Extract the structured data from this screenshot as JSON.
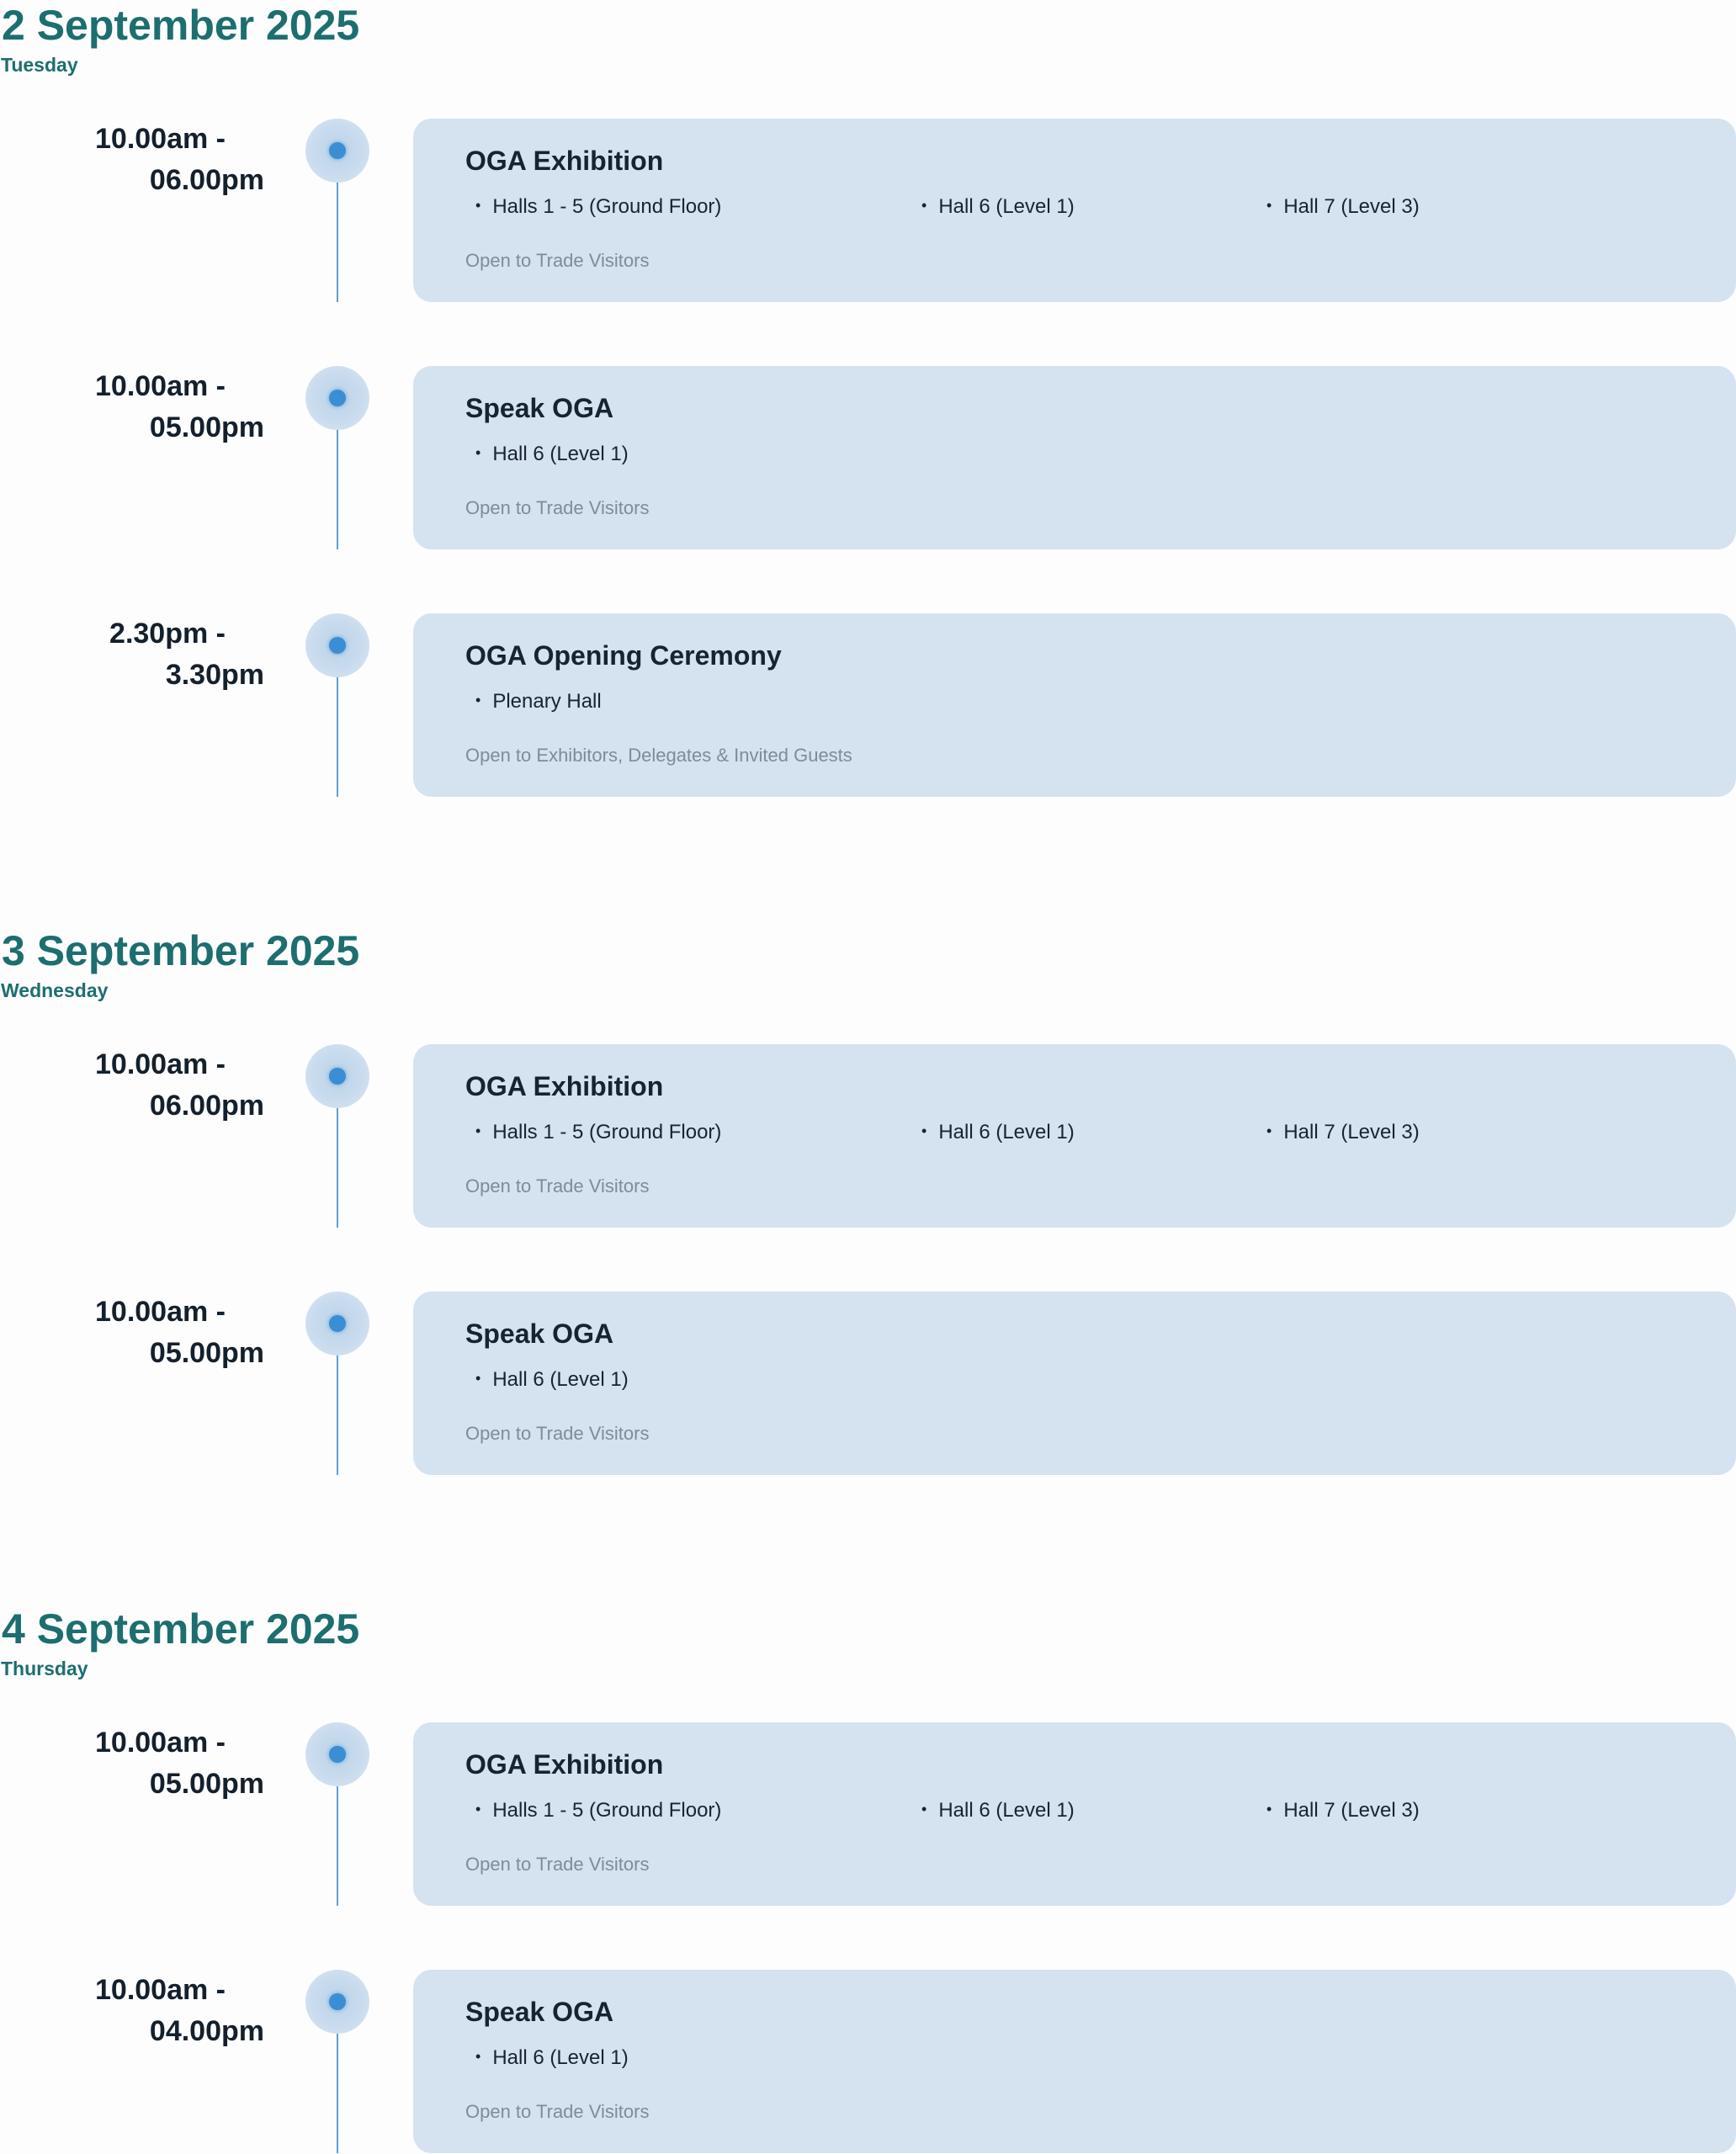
{
  "days": [
    {
      "title": "2 September 2025",
      "weekday": "Tuesday",
      "events": [
        {
          "time_start": "10.00am -",
          "time_end": "06.00pm",
          "title": "OGA Exhibition",
          "locations": [
            "Halls 1 - 5 (Ground Floor)",
            "Hall 6 (Level 1)",
            "Hall 7 (Level 3)"
          ],
          "access": "Open to Trade Visitors"
        },
        {
          "time_start": "10.00am -",
          "time_end": "05.00pm",
          "title": "Speak OGA",
          "locations": [
            "Hall 6 (Level 1)"
          ],
          "access": "Open to Trade Visitors"
        },
        {
          "time_start": "2.30pm -",
          "time_end": "3.30pm",
          "title": "OGA Opening Ceremony",
          "locations": [
            "Plenary Hall"
          ],
          "access": "Open to Exhibitors, Delegates & Invited Guests"
        }
      ]
    },
    {
      "title": "3 September 2025",
      "weekday": "Wednesday",
      "events": [
        {
          "time_start": "10.00am -",
          "time_end": "06.00pm",
          "title": "OGA Exhibition",
          "locations": [
            "Halls 1 - 5 (Ground Floor)",
            "Hall 6 (Level 1)",
            "Hall 7 (Level 3)"
          ],
          "access": "Open to Trade Visitors"
        },
        {
          "time_start": "10.00am -",
          "time_end": "05.00pm",
          "title": "Speak OGA",
          "locations": [
            "Hall 6 (Level 1)"
          ],
          "access": "Open to Trade Visitors"
        }
      ]
    },
    {
      "title": "4 September 2025",
      "weekday": "Thursday",
      "events": [
        {
          "time_start": "10.00am -",
          "time_end": "05.00pm",
          "title": "OGA Exhibition",
          "locations": [
            "Halls 1 - 5 (Ground Floor)",
            "Hall 6 (Level 1)",
            "Hall 7 (Level 3)"
          ],
          "access": "Open to Trade Visitors"
        },
        {
          "time_start": "10.00am -",
          "time_end": "04.00pm",
          "title": "Speak OGA",
          "locations": [
            "Hall 6 (Level 1)"
          ],
          "access": "Open to Trade Visitors"
        }
      ]
    }
  ]
}
